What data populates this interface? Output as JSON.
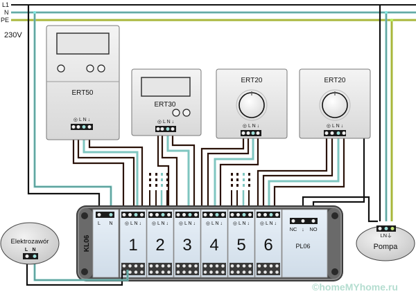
{
  "supply": {
    "lines": [
      {
        "label": "L1",
        "color": "#111111"
      },
      {
        "label": "N",
        "color": "#7fc6c0"
      },
      {
        "label": "PE",
        "color": "#9bbf3a"
      }
    ],
    "voltage": "230V"
  },
  "thermostats": [
    {
      "model": "ERT50",
      "type": "digital-buttons",
      "terminals": [
        "◎",
        "L",
        "N",
        "↓"
      ]
    },
    {
      "model": "ERT30",
      "type": "digital",
      "terminals": [
        "◎",
        "L",
        "N",
        "↓"
      ]
    },
    {
      "model": "ERT20",
      "type": "dial",
      "terminals": [
        "◎",
        "L",
        "N",
        "↓"
      ]
    },
    {
      "model": "ERT20",
      "type": "dial",
      "terminals": [
        "◎",
        "L",
        "N",
        "↓"
      ]
    }
  ],
  "strip": {
    "name": "KL06",
    "power_terminals": [
      "L",
      "N"
    ],
    "zones": [
      {
        "number": "1",
        "terminals": [
          "◎",
          "L",
          "N",
          "↓"
        ]
      },
      {
        "number": "2",
        "terminals": [
          "◎",
          "L",
          "N",
          "↓"
        ]
      },
      {
        "number": "3",
        "terminals": [
          "◎",
          "L",
          "N",
          "↓"
        ]
      },
      {
        "number": "4",
        "terminals": [
          "◎",
          "L",
          "N",
          "↓"
        ]
      },
      {
        "number": "5",
        "terminals": [
          "◎",
          "L",
          "N",
          "↓"
        ]
      },
      {
        "number": "6",
        "terminals": [
          "◎",
          "L",
          "N",
          "↓"
        ]
      }
    ],
    "pump_module": {
      "name": "PL06",
      "terminals": [
        "NC",
        "↓",
        "NO"
      ]
    }
  },
  "valve": {
    "label": "Elektrozawór",
    "terminals": [
      "L",
      "N"
    ]
  },
  "pump": {
    "label": "Pompa",
    "terminals": [
      "L",
      "N",
      "⏚"
    ]
  },
  "watermark": "©homeMYhome.ru",
  "colors": {
    "phase": "#111111",
    "neutral": "#7fc6c0",
    "earth": "#9bbf3a",
    "wire_brown": "#3a1a10",
    "device_body": "#e4e4e4",
    "strip_panel": "#dce8f2",
    "strip_frame": "#3c3c3c"
  }
}
